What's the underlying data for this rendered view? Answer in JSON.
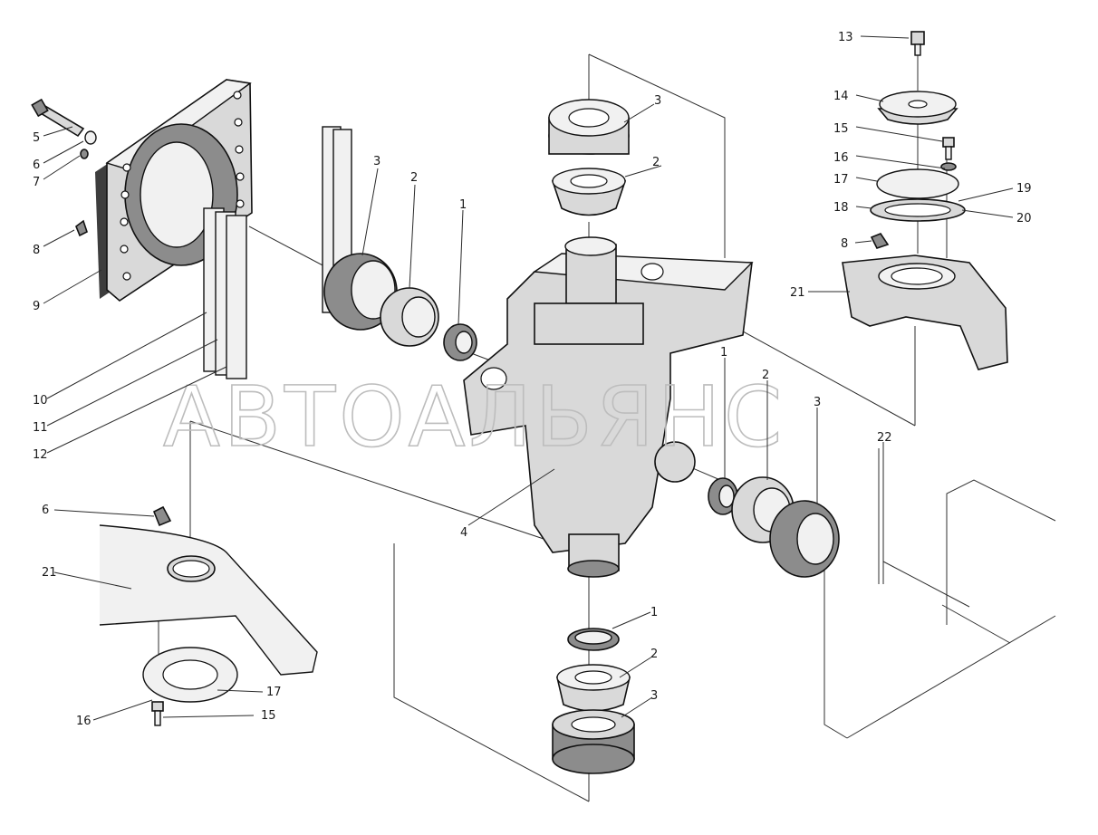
{
  "watermark": "АВТОАЛЬЯНС",
  "callouts": {
    "c1a": "1",
    "c1b": "1",
    "c1c": "1",
    "c2a": "2",
    "c2b": "2",
    "c2c": "2",
    "c2d": "2",
    "c3a": "3",
    "c3b": "3",
    "c3c": "3",
    "c3d": "3",
    "c4": "4",
    "c5": "5",
    "c6a": "6",
    "c6b": "6",
    "c7": "7",
    "c8a": "8",
    "c8b": "8",
    "c9": "9",
    "c10": "10",
    "c11": "11",
    "c12": "12",
    "c13": "13",
    "c14": "14",
    "c15a": "15",
    "c15b": "15",
    "c16a": "16",
    "c16b": "16",
    "c17a": "17",
    "c17b": "17",
    "c18": "18",
    "c19": "19",
    "c20": "20",
    "c21a": "21",
    "c21b": "21",
    "c22": "22"
  }
}
